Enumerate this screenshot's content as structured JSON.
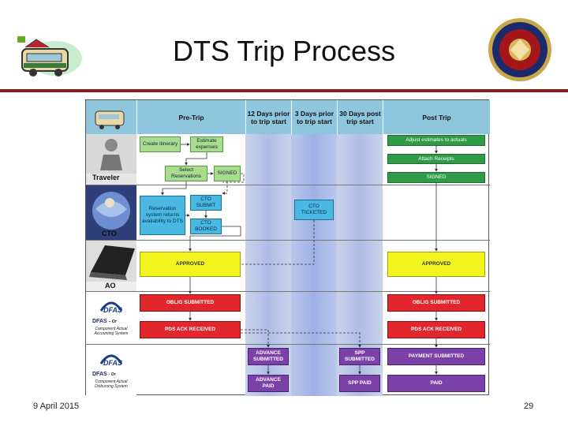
{
  "slide": {
    "title": "DTS Trip Process",
    "date": "9 April 2015",
    "page": "29"
  },
  "headers": {
    "pre_trip": "Pre-Trip",
    "days12": "12 Days prior to trip start",
    "days3": "3 Days prior to trip start",
    "days30": "30 Days post trip start",
    "post_trip": "Post Trip"
  },
  "lanes": {
    "traveler": "Traveler",
    "cto": "CTO",
    "ao": "AO",
    "dfas1": "DFAS",
    "dfas1_sub": "Component Actual Accounting System",
    "dfas1_or": "– Or",
    "dfas2": "DFAS",
    "dfas2_sub": "Component Actual Disbursing System",
    "dfas2_or": "- Or"
  },
  "boxes": {
    "create_itinerary": "Create itinerary",
    "estimate_expenses": "Estimate expenses",
    "select_reservations": "Select Reservations",
    "signed_pre": "SIGNED",
    "reservation_system": "Reservation system returns availability to DTS",
    "cto_submit": "CTO SUBMIT",
    "cto_booked": "CTO BOOKED",
    "cto_ticketed": "CTO TICKETED",
    "approved_pre": "APPROVED",
    "oblig_pre": "OBLIG SUBMITTED",
    "pds_pre": "PDS ACK RECEIVED",
    "advance_submitted": "ADVANCE SUBMITTED",
    "advance_paid": "ADVANCE PAID",
    "spp_submitted": "SPP SUBMITTED",
    "spp_paid": "SPP PAID",
    "adjust_estimates": "Adjust estimates to actuals",
    "attach_receipts": "Attach Receipts",
    "signed_post": "SIGNED",
    "approved_post": "APPROVED",
    "oblig_post": "OBLIG SUBMITTED",
    "pds_post": "PDS ACK RECEIVED",
    "payment_submitted": "PAYMENT SUBMITTED",
    "paid": "PAID"
  },
  "colors": {
    "title_rule": "#8b1a1a",
    "header": "#8ec6dd",
    "green": "#2f9a47",
    "yellow": "#f3f51f",
    "red": "#e1262c",
    "purple": "#7b41a8"
  },
  "icons": [
    "trip-logo-icon",
    "marine-corps-seal-icon",
    "traveler-photo-icon",
    "cto-globe-icon",
    "ao-laptop-icon",
    "dfas-logo-icon"
  ]
}
